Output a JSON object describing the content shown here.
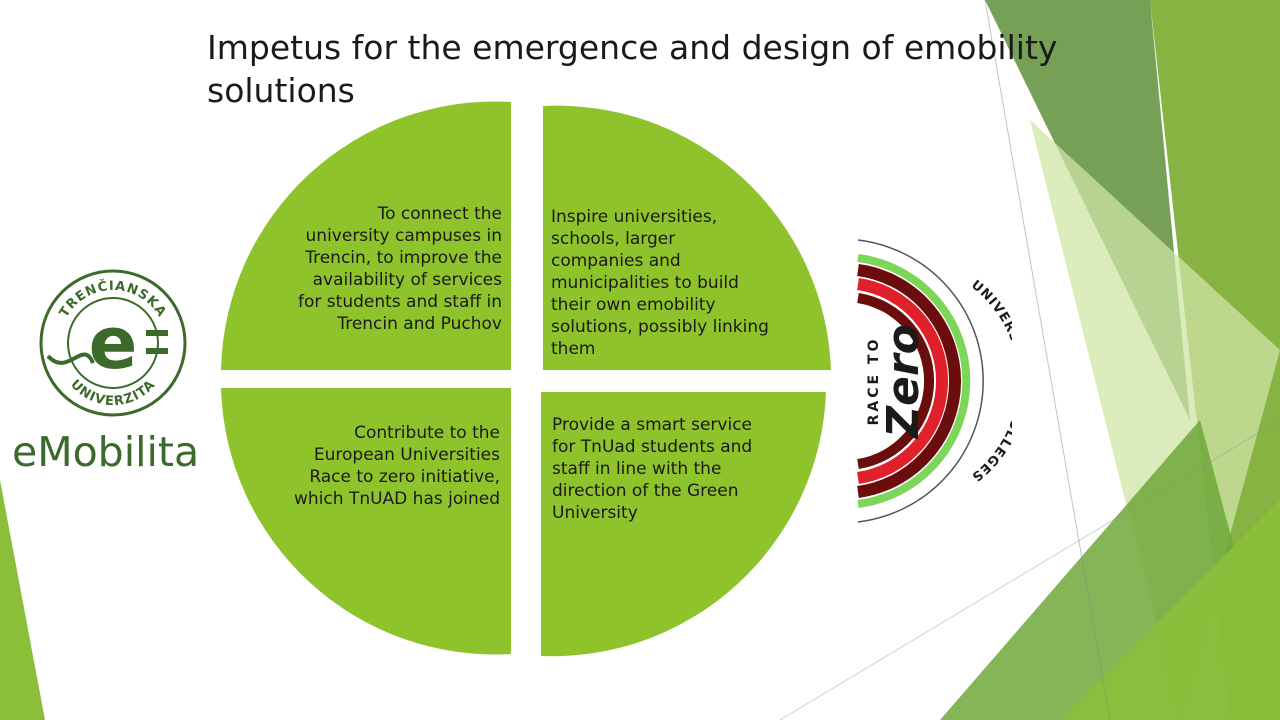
{
  "slide": {
    "title": "Impetus for the emergence and design of emobility solutions",
    "quadrants": {
      "top_left": "To connect the university campuses in Trencin, to improve the availability of services for students and staff in Trencin and Puchov",
      "top_right": "Inspire universities, schools, larger companies and municipalities to build their own emobility solutions, possibly linking them",
      "bottom_left": "Contribute to the European Universities Race to zero initiative, which TnUAD has joined",
      "bottom_right": "Provide a smart service for TnUad students and staff in line with the direction of the Green University"
    }
  },
  "left_logo": {
    "ring_top": "TRENČIANSKA",
    "ring_bottom": "UNIVERZITA",
    "mark": "e",
    "brand": "eMobilita"
  },
  "right_logo": {
    "line1": "RACE TO",
    "line2": "Zero",
    "ring": "UNIVERSITIES & COLLEGES"
  },
  "colors": {
    "quadrant": "#8fc32b",
    "deco_dark": "#5e8f38",
    "deco_mid": "#7aab2e",
    "deco_light": "#cfe4a6",
    "brand": "#3b6a2a",
    "logo_red": "#e0202a",
    "logo_maroon": "#6b0d0d",
    "logo_green": "#7bd65a"
  }
}
